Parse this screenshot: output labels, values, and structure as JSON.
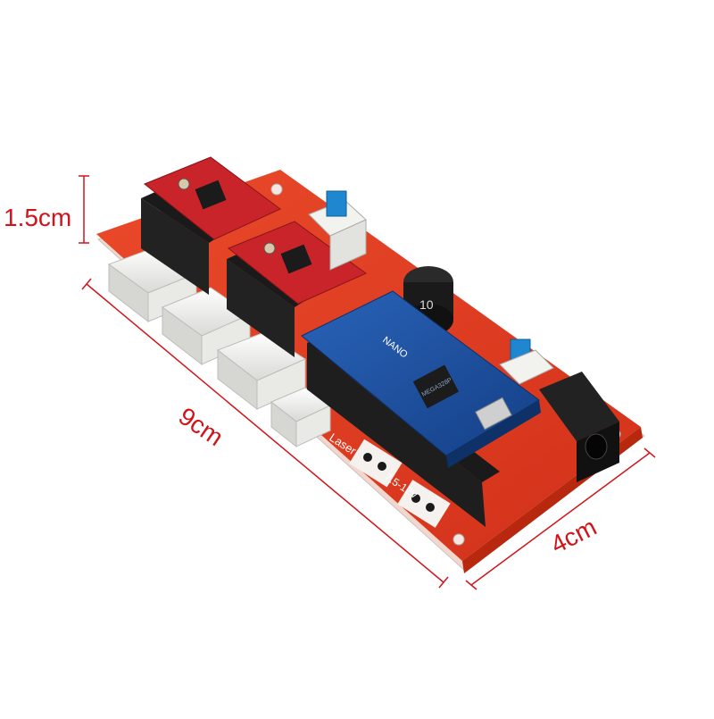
{
  "dimensions": {
    "height": "1.5cm",
    "length": "9cm",
    "width": "4cm"
  },
  "board": {
    "module_label": "NANO",
    "laser_label": "Laser",
    "power_label": "7.5-12V",
    "capacitor_label": "10",
    "chip_label": "MEGA328P"
  },
  "colors": {
    "background": "#ffffff",
    "dimension_lines": "#d0141a",
    "pcb": "#e03a1c",
    "driver_board": "#c8242a",
    "nano_board": "#1b4fa0",
    "connector": "#f4f4f2",
    "header": "#1a1a1a"
  }
}
